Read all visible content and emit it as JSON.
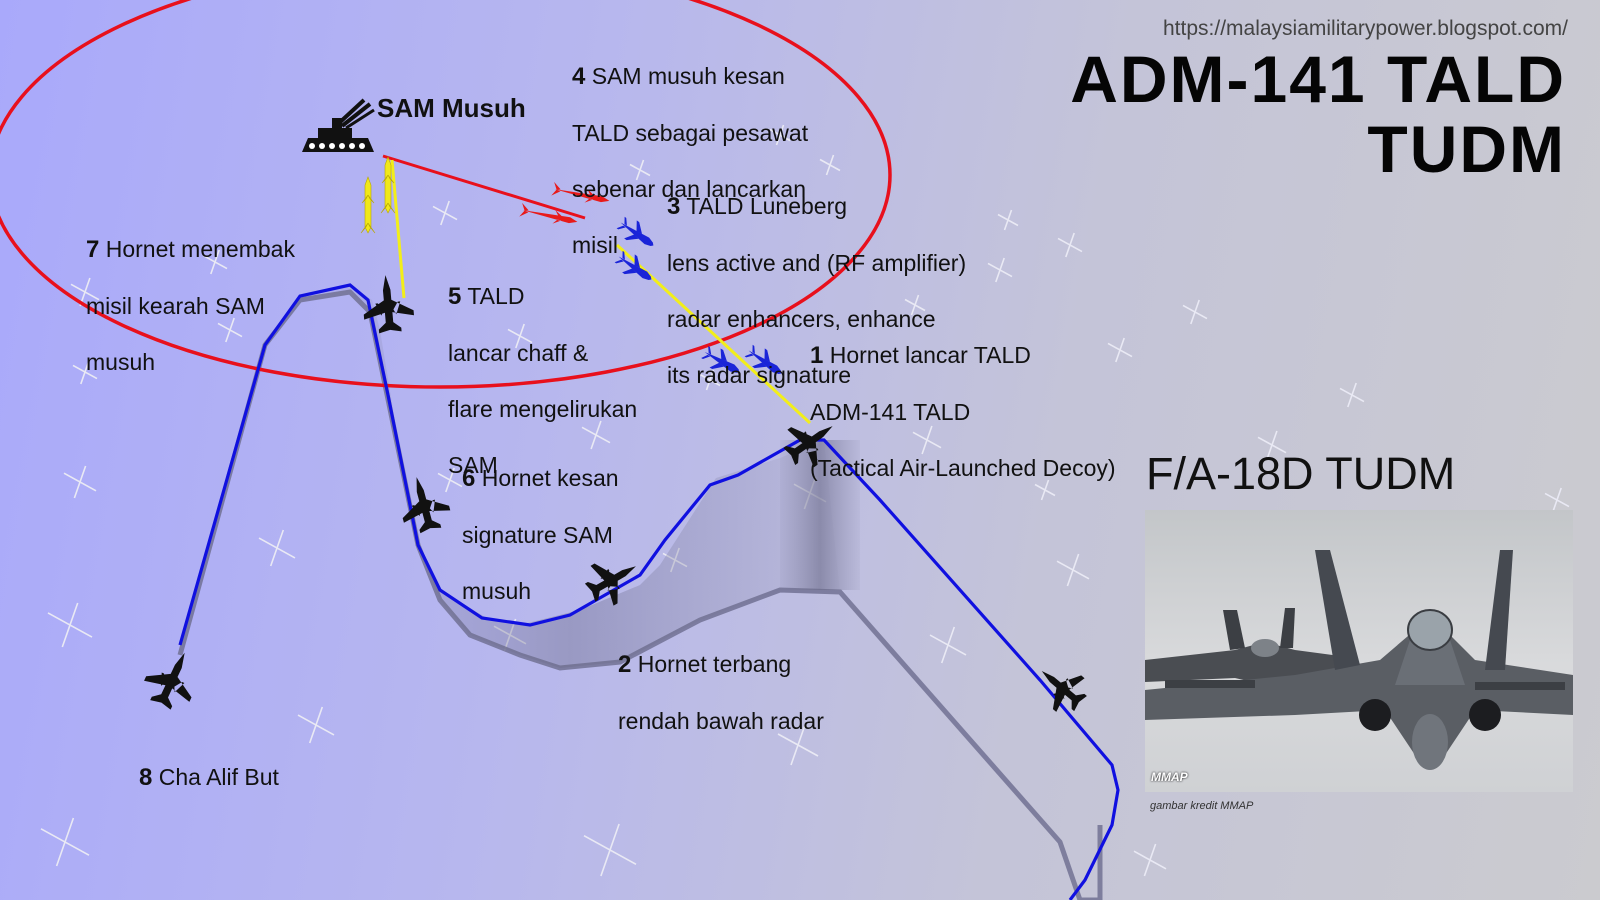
{
  "source_url": "https://malaysiamilitarypower.blogspot.com/",
  "title": {
    "line1": "ADM-141 TALD",
    "line2": "TUDM"
  },
  "sam_label": "SAM Musuh",
  "steps": [
    {
      "num": "1",
      "lines": [
        "Hornet lancar TALD",
        "ADM-141 TALD",
        "(Tactical Air-Launched Decoy)"
      ]
    },
    {
      "num": "2",
      "lines": [
        "Hornet terbang",
        "rendah bawah radar"
      ]
    },
    {
      "num": "3",
      "lines": [
        "TALD Luneberg",
        "lens active and (RF amplifier)",
        "radar enhancers, enhance",
        "its radar signature"
      ]
    },
    {
      "num": "4",
      "lines": [
        "SAM musuh kesan",
        "TALD sebagai pesawat",
        "sebenar dan lancarkan",
        "misil"
      ]
    },
    {
      "num": "5",
      "lines": [
        "TALD",
        "lancar chaff &",
        "flare mengelirukan",
        "SAM"
      ]
    },
    {
      "num": "6",
      "lines": [
        "Hornet kesan",
        "signature SAM",
        "musuh"
      ]
    },
    {
      "num": "7",
      "lines": [
        "Hornet menembak",
        "misil kearah SAM",
        "musuh"
      ]
    },
    {
      "num": "8",
      "lines": [
        "Cha Alif But"
      ]
    }
  ],
  "photo": {
    "title": "F/A-18D TUDM",
    "credit": "gambar kredit MMAP",
    "logo": "MMAP"
  },
  "colors": {
    "radar_ring": "#e8101c",
    "flight_path": "#1010e0",
    "shadow": "#6e6e8c",
    "tald_path": "#f2ee1a",
    "tald": "#1a24d8",
    "sam_missile": "#e81a1a",
    "hornet_missile": "#f0e81a"
  }
}
